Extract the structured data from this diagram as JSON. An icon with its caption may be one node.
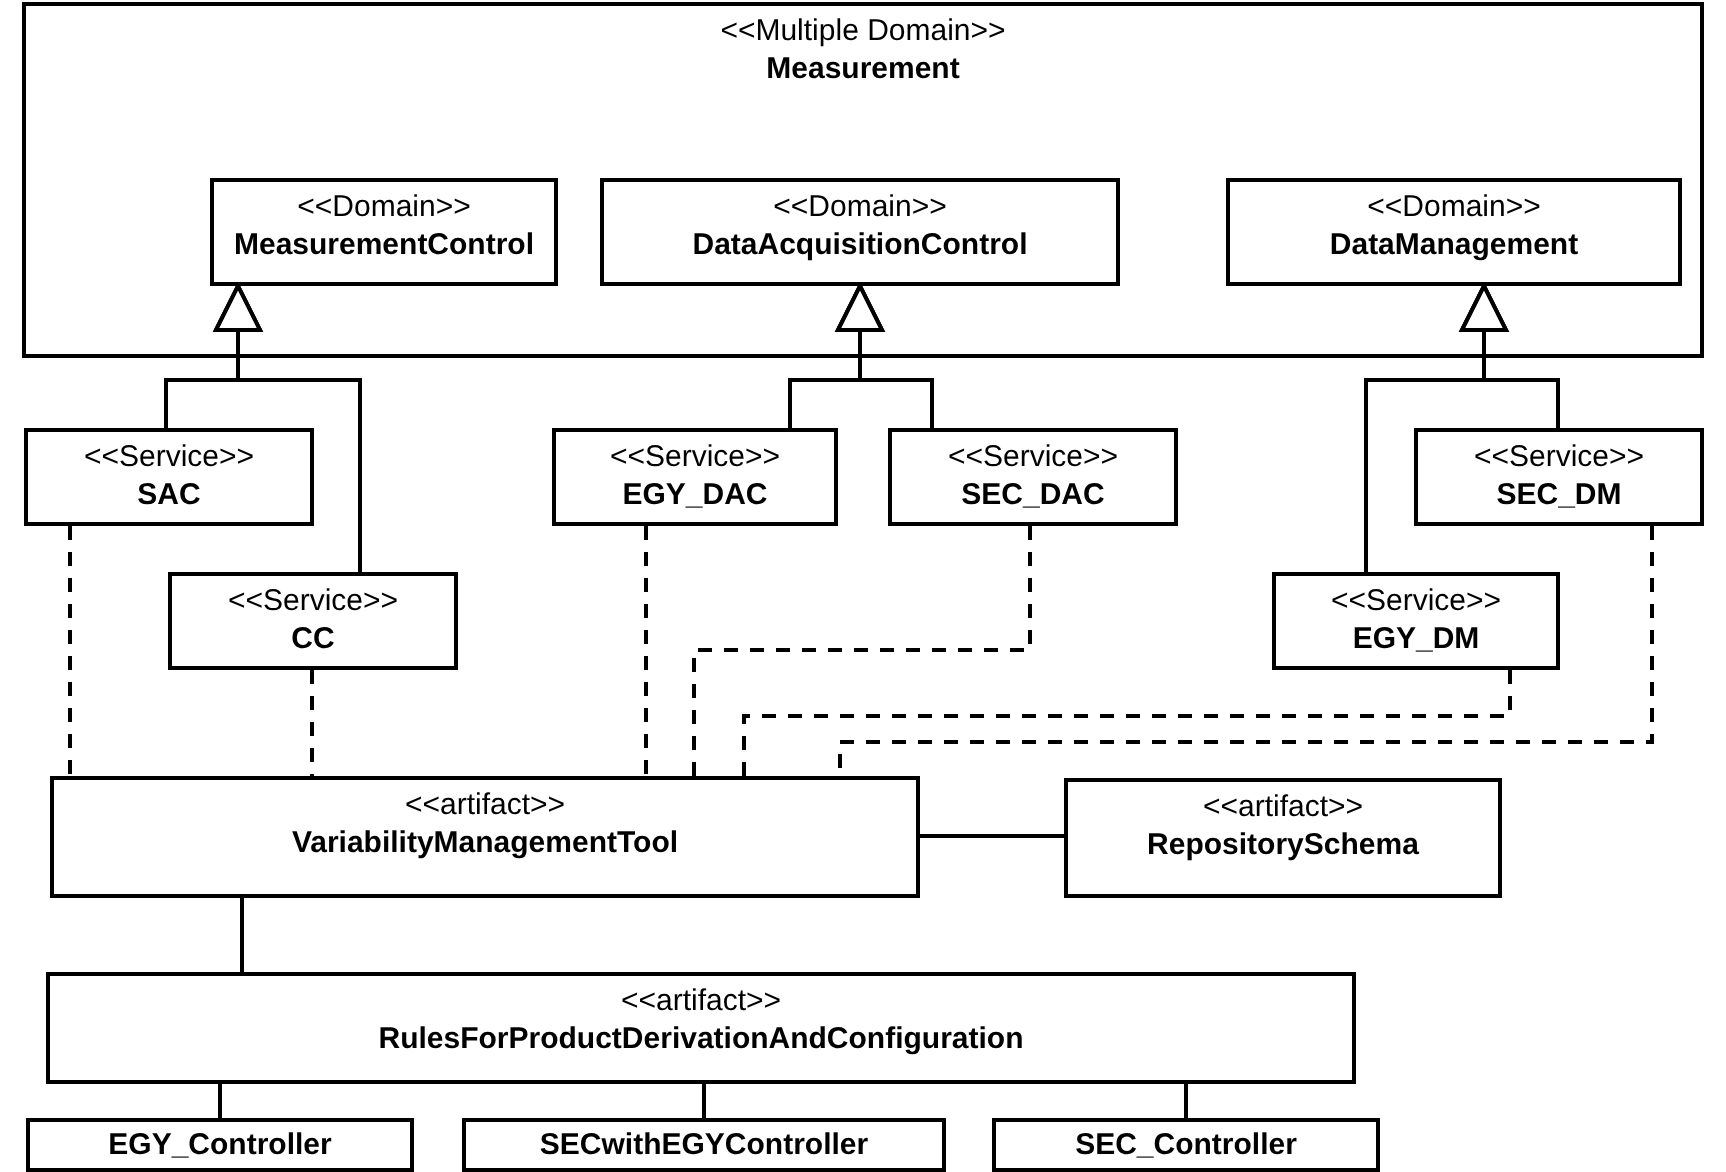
{
  "diagram": {
    "nodes": [
      {
        "text": [
          "<<Multiple Domain>>",
          "Measurement"
        ]
      },
      {
        "text": [
          "<<Domain>>",
          "MeasurementControl"
        ],
        "in": 0
      },
      {
        "text": [
          "<<Domain>>",
          "DataAcquisitionControl"
        ],
        "in": 0
      },
      {
        "text": [
          "<<Domain>>",
          "DataManagement"
        ],
        "in": 0
      },
      {
        "text": [
          "<<Service>>",
          "SAC"
        ]
      },
      {
        "text": [
          "<<Service>>",
          "EGY_DAC"
        ]
      },
      {
        "text": [
          "<<Service>>",
          "SEC_DAC"
        ]
      },
      {
        "text": [
          "<<Service>>",
          "SEC_DM"
        ]
      },
      {
        "text": [
          "<<Service>>",
          "CC"
        ]
      },
      {
        "text": [
          "<<Service>>",
          "EGY_DM"
        ]
      },
      {
        "text": [
          "<<artifact>>",
          "VariabilityManagementTool"
        ]
      },
      {
        "text": [
          "<<artifact>>",
          "RepositorySchema"
        ]
      },
      {
        "text": [
          "<<artifact>>",
          "RulesForProductDerivationAndConfiguration"
        ]
      },
      {
        "text": [
          "EGY_Controller"
        ]
      },
      {
        "text": [
          "SECwithEGYController"
        ]
      },
      {
        "text": [
          "SEC_Controller"
        ]
      }
    ],
    "edges": [
      {
        "from": 4,
        "to": 1,
        "arrow": "to"
      },
      {
        "from": 8,
        "to": 1,
        "arrow": "to"
      },
      {
        "from": 5,
        "to": 2,
        "arrow": "to"
      },
      {
        "from": 6,
        "to": 2,
        "arrow": "to"
      },
      {
        "from": 9,
        "to": 3,
        "arrow": "to"
      },
      {
        "from": 7,
        "to": 3,
        "arrow": "to"
      },
      {
        "from": 4,
        "to": 10,
        "arrow": "none",
        "style": "dashed"
      },
      {
        "from": 8,
        "to": 10,
        "arrow": "none",
        "style": "dashed"
      },
      {
        "from": 5,
        "to": 10,
        "arrow": "none",
        "style": "dashed"
      },
      {
        "from": 6,
        "to": 10,
        "arrow": "none",
        "style": "dashed"
      },
      {
        "from": 9,
        "to": 10,
        "arrow": "none",
        "style": "dashed"
      },
      {
        "from": 7,
        "to": 10,
        "arrow": "none",
        "style": "dashed"
      },
      {
        "from": 10,
        "to": 11,
        "arrow": "none"
      },
      {
        "from": 10,
        "to": 12,
        "arrow": "none"
      },
      {
        "from": 12,
        "to": 13,
        "arrow": "none"
      },
      {
        "from": 12,
        "to": 14,
        "arrow": "none"
      },
      {
        "from": 12,
        "to": 15,
        "arrow": "none"
      }
    ]
  }
}
